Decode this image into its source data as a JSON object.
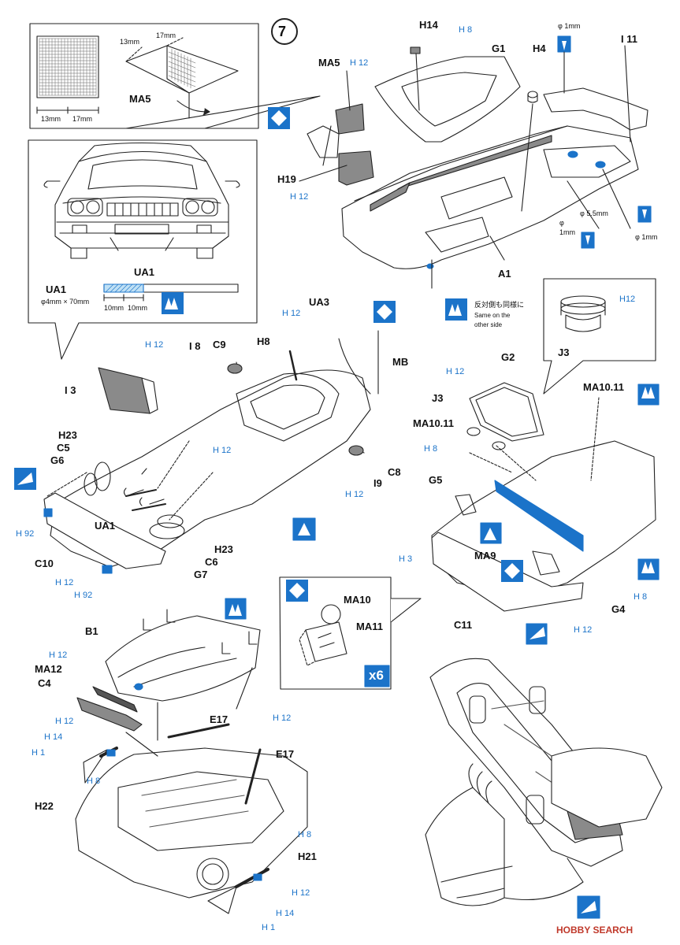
{
  "step": {
    "number": "7"
  },
  "inset_ma5": {
    "label": "MA5",
    "dim_a": "13mm",
    "dim_b": "17mm",
    "dim_c": "13mm",
    "dim_d": "17mm"
  },
  "inset_ua1": {
    "label_top": "UA1",
    "label": "UA1",
    "spec": "φ4mm × 70mm",
    "dim_a": "10mm",
    "dim_b": "10mm"
  },
  "inset_j3": {
    "part": "H12",
    "label": "J3"
  },
  "inset_ma10": {
    "labels": [
      "MA10",
      "MA11"
    ],
    "qty": "x6"
  },
  "note": {
    "jp": "反対側も同様に",
    "en_line1": "Same on the",
    "en_line2": "other side"
  },
  "drill": {
    "d1": "φ 1mm",
    "d2": "φ 5.5mm",
    "d3": "φ",
    "d3b": "1mm",
    "d4": "φ 1mm"
  },
  "labels": {
    "H14": "H14",
    "H8a": "H 8",
    "G1": "G1",
    "H4": "H4",
    "I11": "I 11",
    "MA5": "MA5",
    "H12a": "H 12",
    "H19": "H19",
    "H12b": "H 12",
    "A1": "A1",
    "UA3": "UA3",
    "H12c": "H 12",
    "C9": "C9",
    "I8": "I 8",
    "H8": "H8",
    "MB": "MB",
    "H12d": "H 12",
    "I3": "I 3",
    "H23a": "H23",
    "C5": "C5",
    "G6": "G6",
    "H12e": "H 12",
    "C8": "C8",
    "I9": "I9",
    "H12f": "H 12",
    "UA1": "UA1",
    "H92a": "H 92",
    "C10": "C10",
    "H12g": "H 12",
    "H92b": "H 92",
    "H23b": "H23",
    "C6": "C6",
    "G7": "G7",
    "H12h": "H 12",
    "G2": "G2",
    "J3a": "J3",
    "MA10_11a": "MA10.11",
    "MA10_11b": "MA10.11",
    "H8b": "H 8",
    "G5": "G5",
    "H3": "H 3",
    "MA9": "MA9",
    "H8c": "H 8",
    "G4": "G4",
    "C11": "C11",
    "H12i": "H 12",
    "B1": "B1",
    "H12j": "H 12",
    "MA12": "MA12",
    "C4": "C4",
    "H12k": "H 12",
    "H14b": "H 14",
    "H1a": "H 1",
    "H8d": "H 8",
    "H22": "H22",
    "E17a": "E17",
    "H12l": "H 12",
    "E17b": "E17",
    "H8e": "H 8",
    "H21": "H21",
    "H12m": "H 12",
    "H14c": "H 14",
    "H1b": "H 1"
  },
  "watermark": {
    "text": "HOBBY SEARCH"
  },
  "colors": {
    "accent_blue": "#1b73c9",
    "part_gray": "#8a8a8a",
    "line": "#222222"
  }
}
